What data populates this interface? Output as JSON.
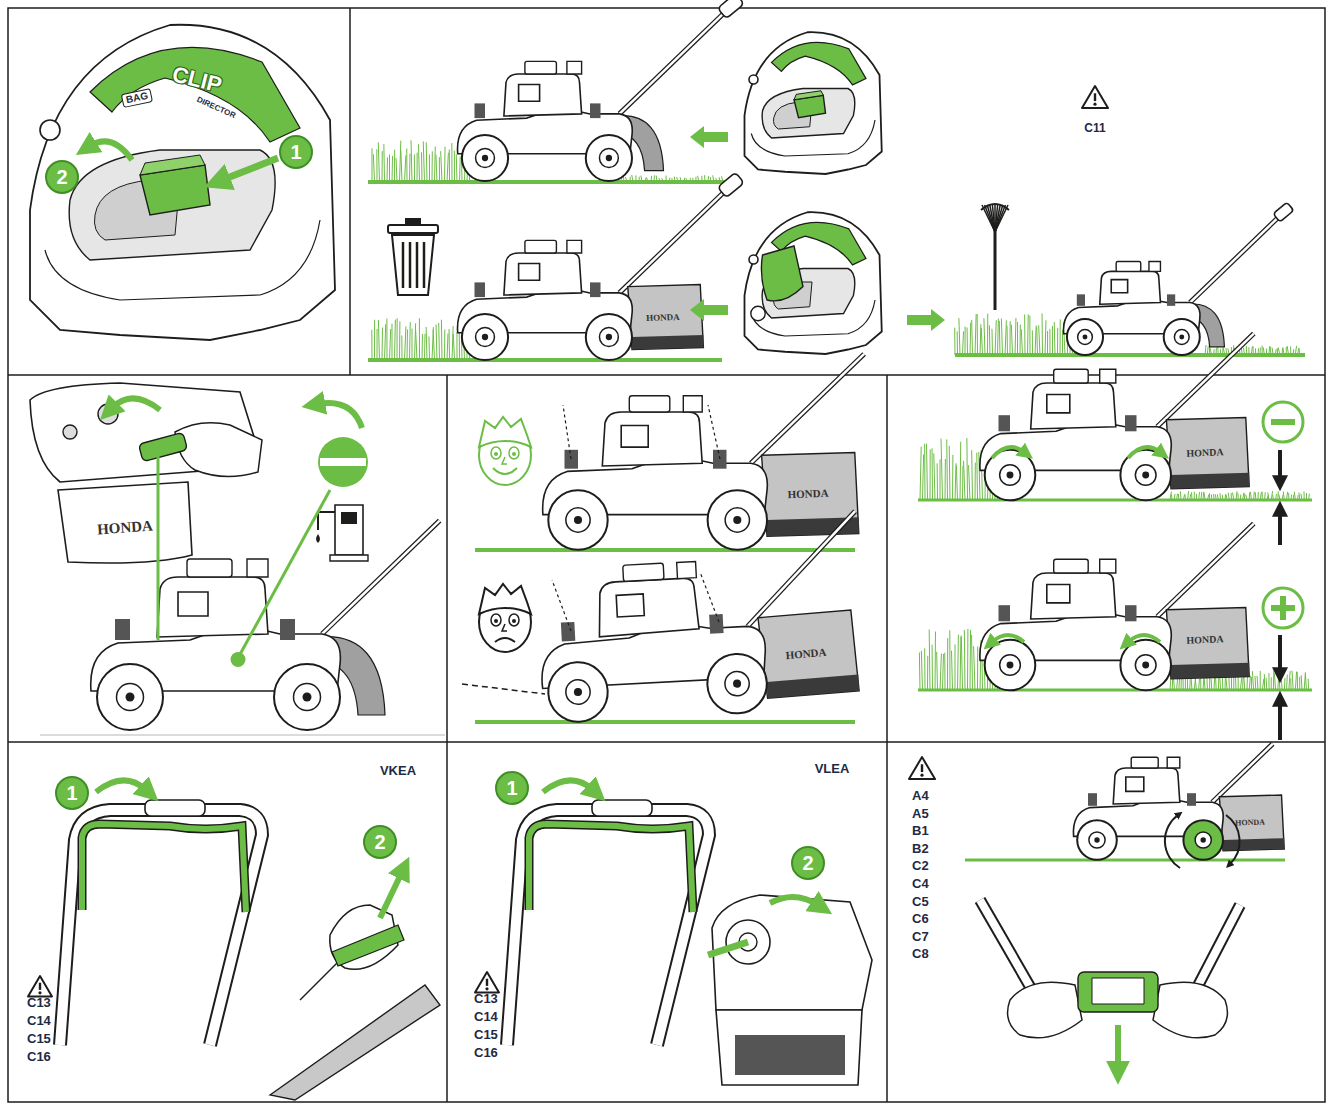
{
  "diagram": {
    "nodes": [
      {
        "text": [
          "1"
        ]
      },
      {
        "text": [
          "2"
        ]
      },
      {
        "text": [
          "1"
        ]
      },
      {
        "text": [
          "2"
        ]
      },
      {
        "text": [
          "1"
        ]
      },
      {
        "text": [
          "2"
        ]
      }
    ],
    "labels": [
      "BAG",
      "CLIP",
      "DIRECTOR",
      "C11",
      "HONDA",
      "HONDA",
      "HONDA",
      "HONDA",
      "HONDA",
      "HONDA",
      "VKEA",
      "C13",
      "C14",
      "C15",
      "C16",
      "VLEA",
      "C13",
      "C14",
      "C15",
      "C16",
      "A4",
      "A5",
      "B1",
      "B2",
      "C2",
      "C4",
      "C5",
      "C6",
      "C7",
      "C8",
      "HONDA"
    ]
  }
}
